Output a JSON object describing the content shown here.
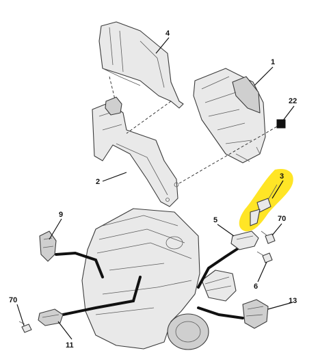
{
  "diagram": {
    "callouts": [
      {
        "id": "c1",
        "label": "1"
      },
      {
        "id": "c2",
        "label": "2"
      },
      {
        "id": "c3",
        "label": "3"
      },
      {
        "id": "c4",
        "label": "4"
      },
      {
        "id": "c5",
        "label": "5"
      },
      {
        "id": "c6",
        "label": "6"
      },
      {
        "id": "c9",
        "label": "9"
      },
      {
        "id": "c11",
        "label": "11"
      },
      {
        "id": "c13",
        "label": "13"
      },
      {
        "id": "c22",
        "label": "22"
      },
      {
        "id": "c70a",
        "label": "70"
      },
      {
        "id": "c70b",
        "label": "70"
      }
    ],
    "highlight_color": "#ffe000",
    "line_color": "#111111",
    "part_fill": "#e9e9e9"
  }
}
